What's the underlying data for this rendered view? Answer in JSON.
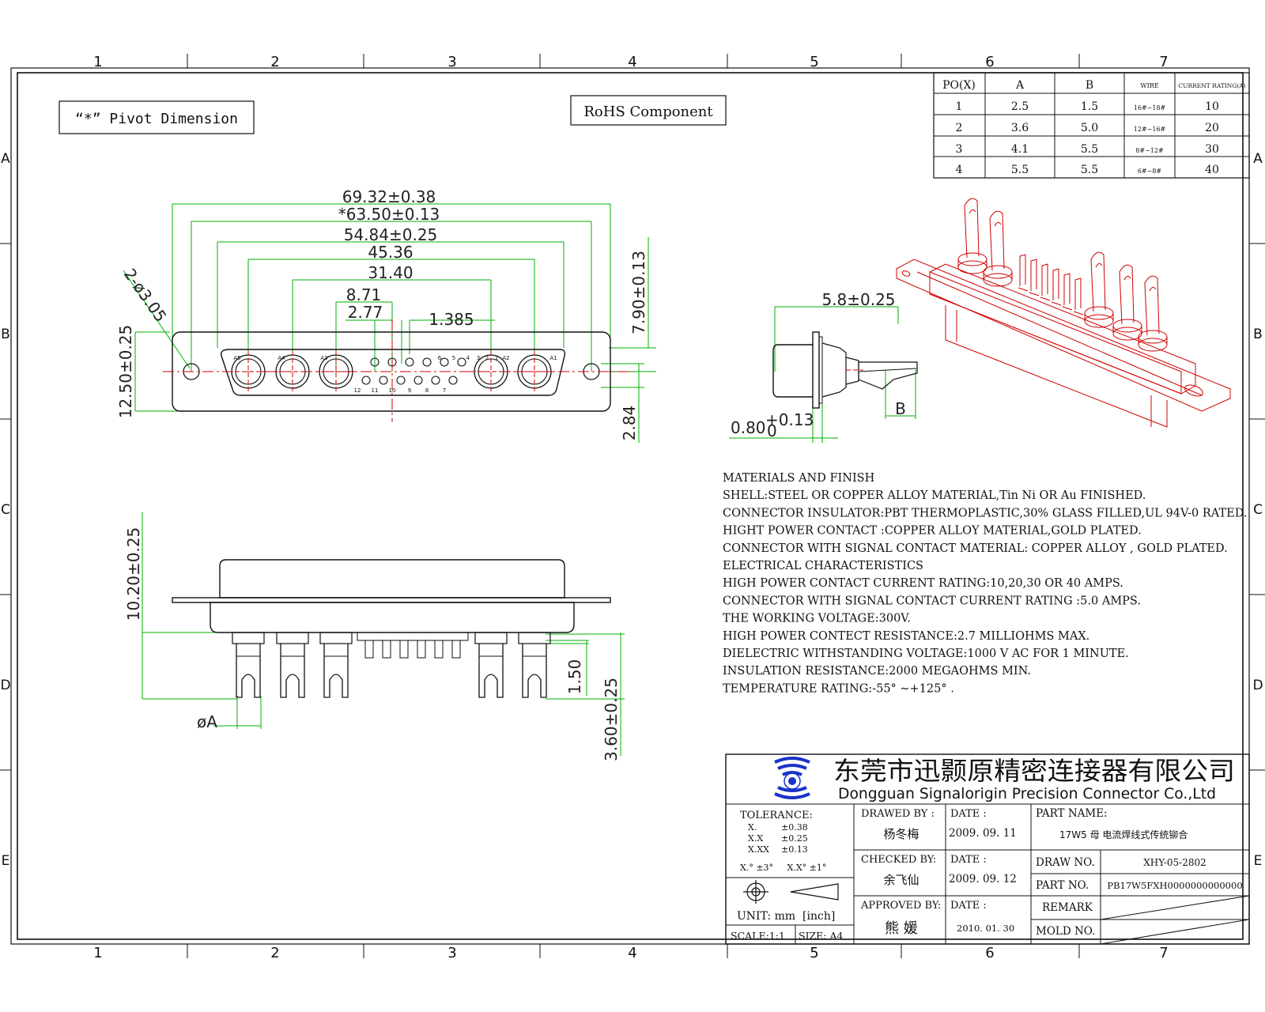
{
  "border": {
    "columns": [
      "1",
      "2",
      "3",
      "4",
      "5",
      "6",
      "7"
    ],
    "rows": [
      "A",
      "B",
      "C",
      "D",
      "E"
    ]
  },
  "labels": {
    "pivot": "“*” Pivot Dimension",
    "rohs": "RoHS  Component"
  },
  "table": {
    "headers": [
      "PO(X)",
      "A",
      "B",
      "WIRE",
      "CURRENT RATING(A)"
    ],
    "rows": [
      [
        "1",
        "2.5",
        "1.5",
        "16#~18#",
        "10"
      ],
      [
        "2",
        "3.6",
        "5.0",
        "12#~16#",
        "20"
      ],
      [
        "3",
        "4.1",
        "5.5",
        "8#~12#",
        "30"
      ],
      [
        "4",
        "5.5",
        "5.5",
        "6#~8#",
        "40"
      ]
    ]
  },
  "front_view": {
    "dims": [
      "69.32±0.38",
      "*63.50±0.13",
      "54.84±0.25",
      "45.36",
      "31.40",
      "8.71",
      "2.77",
      "1.385"
    ],
    "hole": "2-ø3.05",
    "left_v": "12.50±0.25",
    "right_v1": "7.90±0.13",
    "right_v2": "2.84",
    "pin_numbers_top": [
      "A5",
      "A4",
      "A3",
      "6",
      "5",
      "4",
      "3",
      "2",
      "1",
      "A2",
      "A1"
    ],
    "pin_numbers_bottom": [
      "12",
      "11",
      "10",
      "9",
      "8",
      "7"
    ]
  },
  "side_view": {
    "dim_top": "5.8±0.25",
    "dim_thick": "0.80",
    "dim_thick_tol_plus": "+0.13",
    "dim_thick_tol_minus": "0",
    "label_b": "B"
  },
  "bottom_view": {
    "dim_height": "10.20±0.25",
    "dim_dia": "øA",
    "dim_pin1": "1.50",
    "dim_pin2": "3.60±0.25"
  },
  "notes": [
    "MATERIALS AND  FINISH",
    "SHELL:STEEL OR COPPER ALLOY MATERIAL,Tin Ni OR Au FINISHED.",
    "CONNECTOR INSULATOR:PBT THERMOPLASTIC,30% GLASS FILLED,UL 94V-0 RATED.",
    "HIGHT POWER CONTACT :COPPER ALLOY MATERIAL,GOLD PLATED.",
    "CONNECTOR WITH SIGNAL CONTACT MATERIAL: COPPER ALLOY , GOLD PLATED.",
    "ELECTRICAL CHARACTERISTICS",
    "HIGH POWER CONTACT CURRENT RATING:10,20,30 OR 40 AMPS.",
    "CONNECTOR WITH SIGNAL CONTACT CURRENT RATING :5.0 AMPS.",
    "THE WORKING VOLTAGE:300V.",
    "HIGH POWER CONTECT RESISTANCE:2.7 MILLIOHMS MAX.",
    "DIELECTRIC WITHSTANDING VOLTAGE:1000 V AC FOR 1 MINUTE.",
    "INSULATION RESISTANCE:2000 MEGAOHMS MIN.",
    "TEMPERATURE RATING:-55° ~+125° ."
  ],
  "title_block": {
    "company_cn": "东莞市迅颢原精密连接器有限公司",
    "company_en": "Dongguan Signalorigin Precision Connector Co.,Ltd",
    "tolerance_title": "TOLERANCE:",
    "tol_rows": [
      [
        "X.",
        "±0.38"
      ],
      [
        "X.X",
        "±0.25"
      ],
      [
        "X.XX",
        "±0.13"
      ]
    ],
    "angle_tol": "X.° ±3°     X.X° ±1°",
    "unit": "UNIT: mm  [inch]",
    "scale": "SCALE:1:1",
    "size": "SIZE: A4",
    "drawn_by_label": "DRAWED BY :",
    "drawn_by": "杨冬梅",
    "checked_by_label": "CHECKED BY:",
    "checked_by": "余飞仙",
    "approved_by_label": "APPROVED BY:",
    "approved_by": "熊 媛",
    "date_label": "DATE :",
    "date1": "2009. 09. 11",
    "date2": "2009. 09. 12",
    "date3": "2010. 01. 30",
    "part_name_label": "PART NAME:",
    "part_name": "17W5 母 电流焊线式传统铆合",
    "draw_no_label": "DRAW NO.",
    "draw_no": "XHY-05-2802",
    "part_no_label": "PART NO.",
    "part_no": "PB17W5FXH0000000000000",
    "remark_label": "REMARK",
    "mold_no_label": "MOLD NO."
  }
}
